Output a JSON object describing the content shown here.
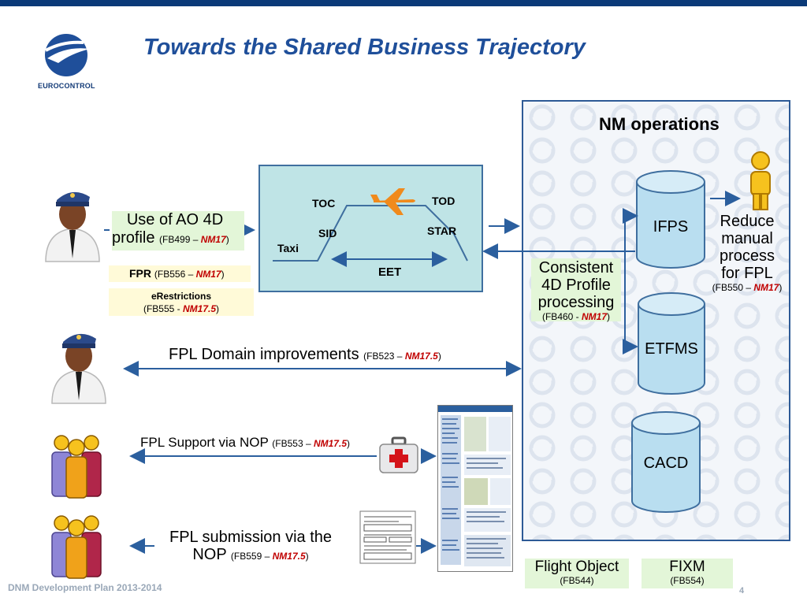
{
  "header": {
    "title": "Towards the Shared Business Trajectory",
    "logo_text": "EUROCONTROL"
  },
  "nm": {
    "title": "NM operations",
    "ifps": "IFPS",
    "etfms": "ETFMS",
    "cacd": "CACD",
    "reduce": {
      "line1": "Reduce",
      "line2": "manual",
      "line3": "process",
      "line4": "for FPL",
      "ref_prefix": "(FB550 – ",
      "ref_rel": "NM17",
      "ref_suffix": ")"
    },
    "consistent": {
      "line1": "Consistent",
      "line2": "4D Profile",
      "line3": "processing",
      "ref_prefix": "(FB460 - ",
      "ref_rel": "NM17",
      "ref_suffix": ")"
    }
  },
  "trajectory": {
    "toc": "TOC",
    "tod": "TOD",
    "sid": "SID",
    "star": "STAR",
    "taxi": "Taxi",
    "eet": "EET"
  },
  "items": {
    "ao4d": {
      "line1": "Use of AO 4D",
      "line2": "profile",
      "ref_prefix": "(FB499 – ",
      "ref_rel": "NM17",
      "ref_suffix": ")"
    },
    "fpr": {
      "label": "FPR",
      "ref_prefix": "(FB556 – ",
      "ref_rel": "NM17",
      "ref_suffix": ")"
    },
    "erestrictions": {
      "label": "eRestrictions",
      "ref_prefix": "(FB555 - ",
      "ref_rel": "NM17.5",
      "ref_suffix": ")"
    },
    "fpl_domain": {
      "label": "FPL Domain improvements",
      "ref_prefix": "(FB523 – ",
      "ref_rel": "NM17.5",
      "ref_suffix": ")"
    },
    "fpl_support": {
      "label": "FPL Support via NOP",
      "ref_prefix": "(FB553 – ",
      "ref_rel": "NM17.5",
      "ref_suffix": ")"
    },
    "fpl_submission": {
      "line1": "FPL submission via the",
      "line2": "NOP",
      "ref_prefix": "(FB559 – ",
      "ref_rel": "NM17.5",
      "ref_suffix": ")"
    },
    "flight_object": {
      "label": "Flight Object",
      "ref": "(FB544)"
    },
    "fixm": {
      "label": "FIXM",
      "ref": "(FB554)"
    }
  },
  "footer": {
    "left": "DNM Development Plan 2013-2014",
    "page": "4"
  },
  "colors": {
    "title": "#1f4f9a",
    "arrow": "#2b5f9e",
    "cylinder": "#b9def0",
    "release": "#c00000",
    "green_box": "#e3f6d8",
    "yellow_box": "#fffad8"
  }
}
